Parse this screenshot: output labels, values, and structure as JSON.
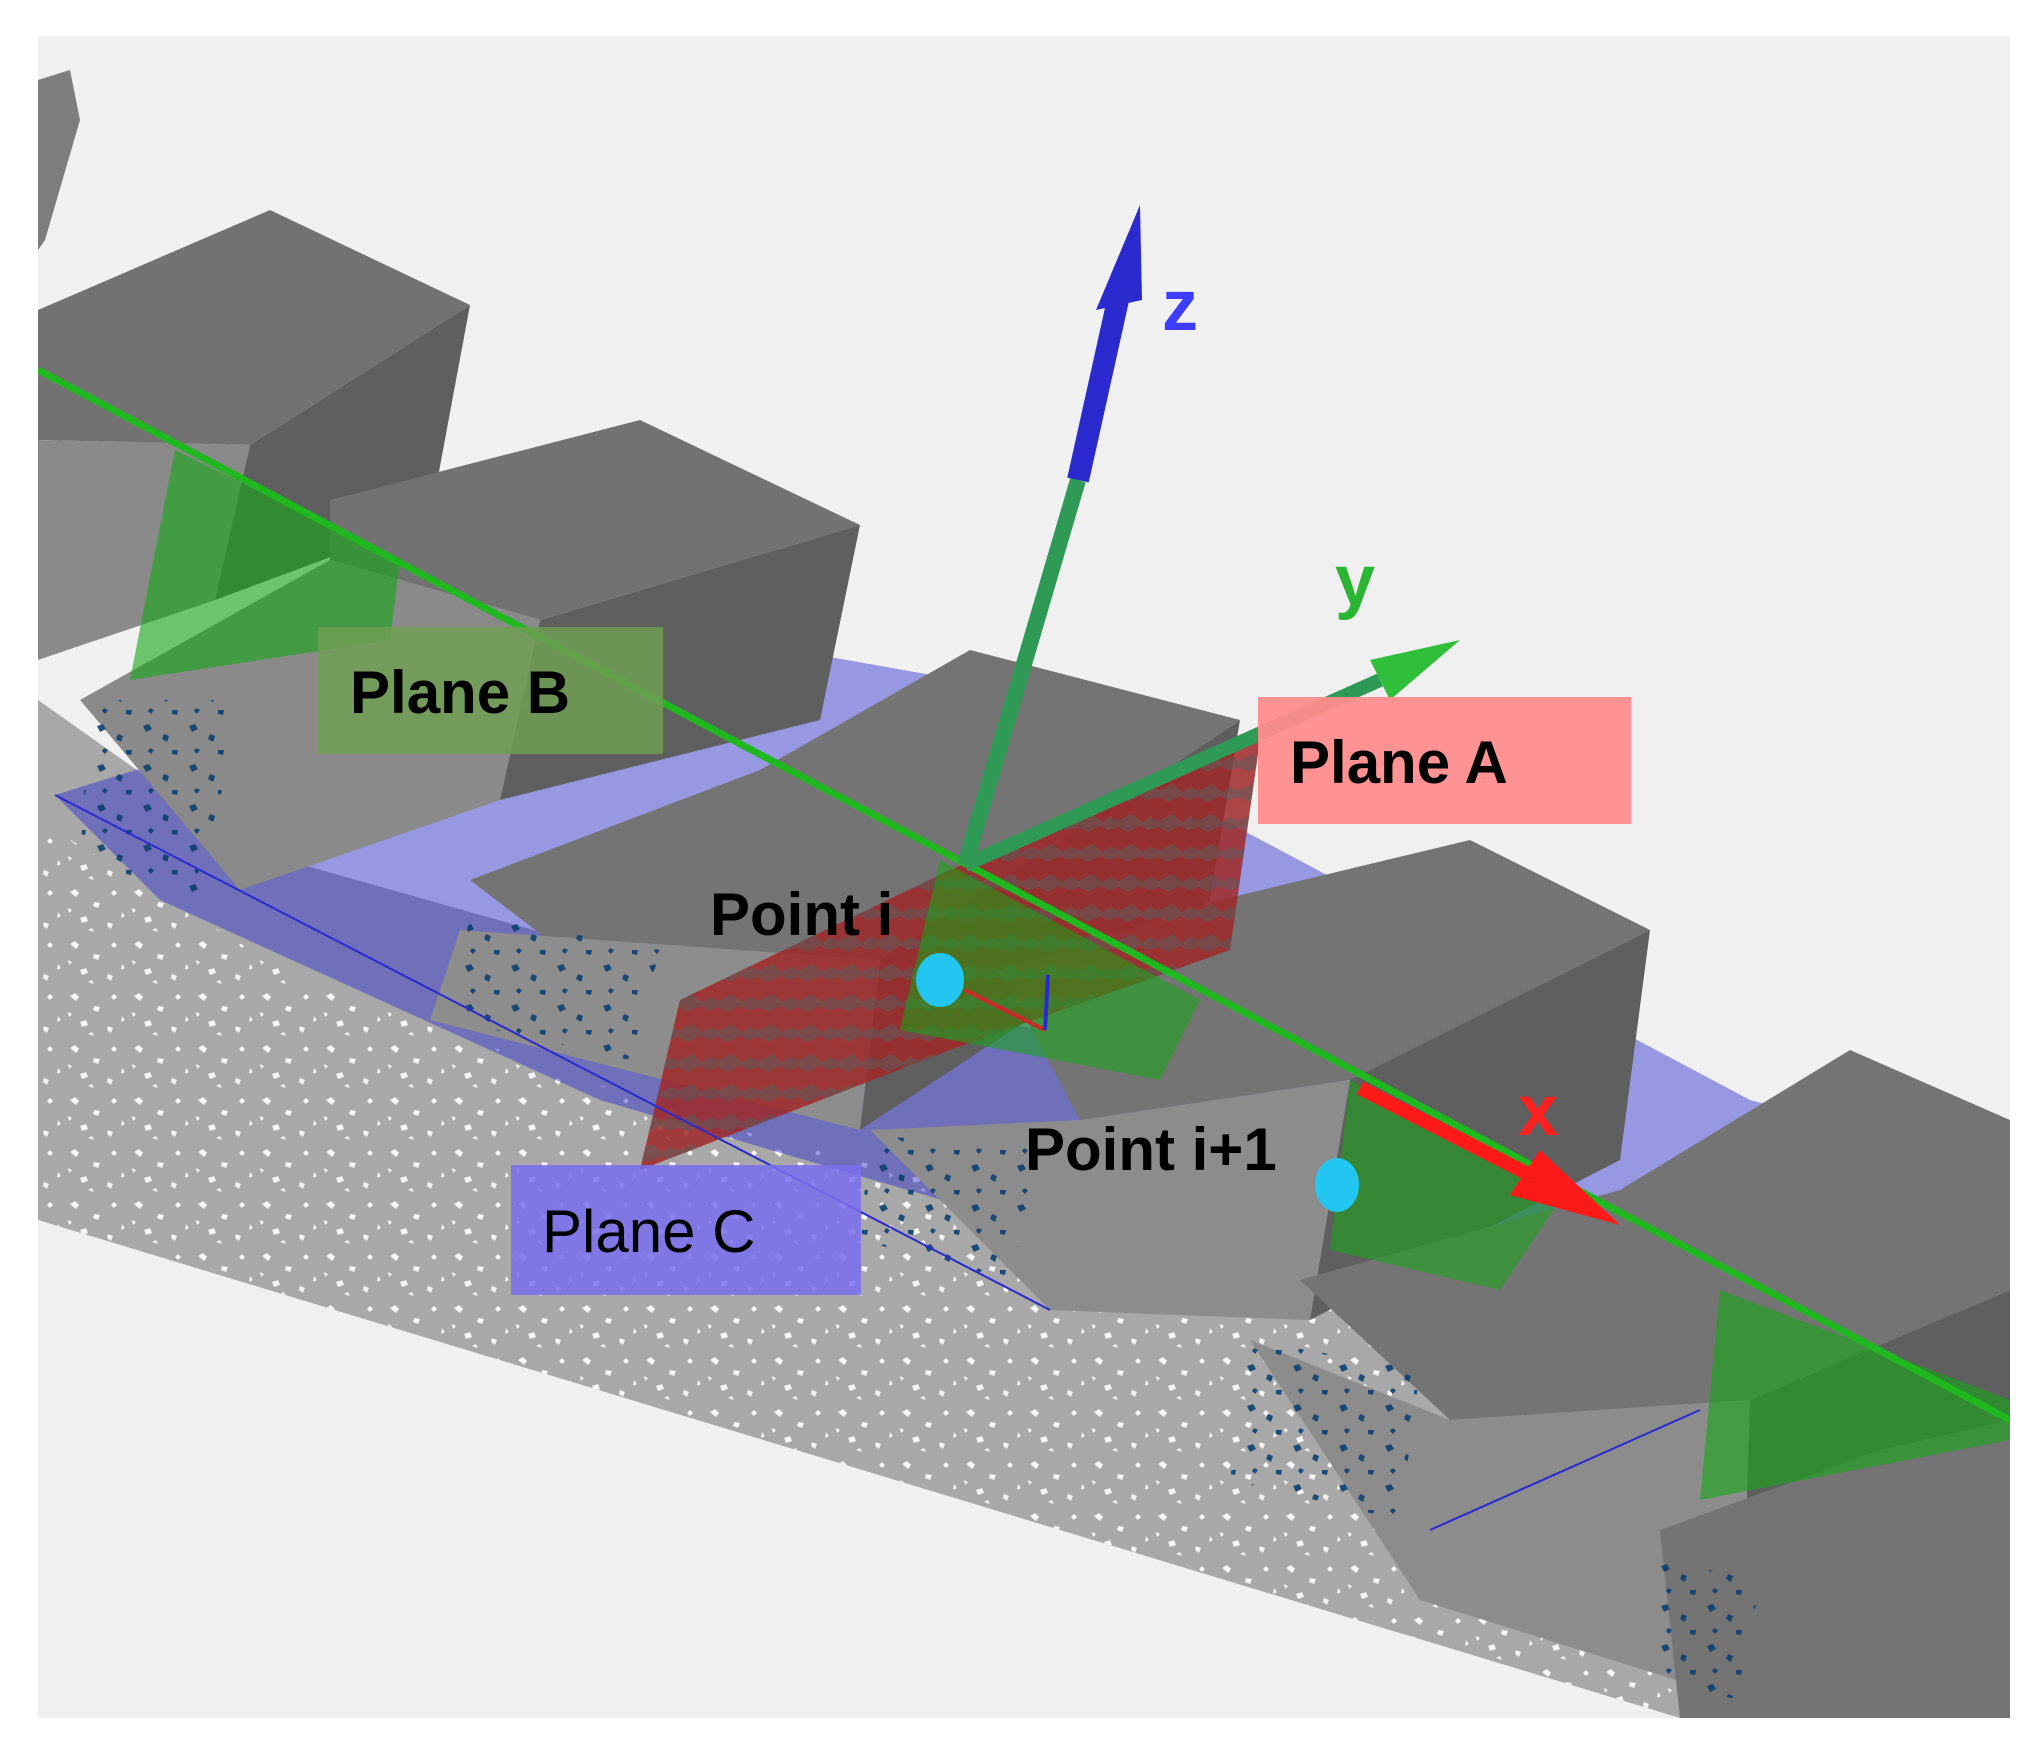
{
  "figure": {
    "labels": {
      "plane_a": "Plane A",
      "plane_b": "Plane B",
      "plane_c": "Plane C",
      "point_i": "Point i",
      "point_i_plus_1": "Point i+1"
    },
    "axes": {
      "x": "x",
      "y": "y",
      "z": "z"
    }
  },
  "colors": {
    "background_frame": "#f0f0f0",
    "page": "#ffffff",
    "mesh_top": "#6f6f6f",
    "mesh_front": "#838383",
    "mesh_side": "#9c9c9c",
    "mesh_base": "#a3a3a3",
    "speckle": "#ffffff",
    "plane_a": "#ff8c8c",
    "plane_b": "#6f9d52",
    "plane_c": "#7a6eef",
    "plane_blue_fill": "#2a2ad0",
    "plane_green_fill": "#14a814",
    "plane_red_fill": "#a02828",
    "axis_x": "#ff1a1a",
    "axis_y": "#2fbf3a",
    "axis_z": "#2a2acf",
    "axis_shaft": "#2e9a55",
    "point": "#22c6f0",
    "label_text": "#000000",
    "axis_label_x": "#ff2020",
    "axis_label_y": "#2bb534",
    "axis_label_z": "#3d3dff"
  }
}
